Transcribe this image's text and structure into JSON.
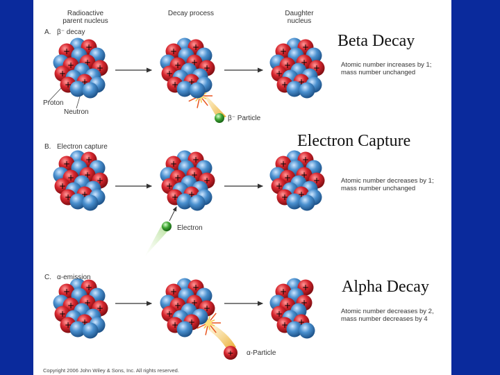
{
  "headers": {
    "parent": [
      "Radioactive",
      "parent nucleus"
    ],
    "process": "Decay process",
    "daughter": [
      "Daughter",
      "nucleus"
    ]
  },
  "sections": [
    {
      "id": "beta",
      "letter": "A.",
      "label": "β⁻ decay",
      "title": "Beta Decay",
      "note": [
        "Atomic number increases by 1;",
        "mass number unchanged"
      ],
      "particle_label": "β⁻ Particle",
      "particle_color": "#3fa534",
      "callouts": [
        "Proton",
        "Neutron"
      ]
    },
    {
      "id": "ec",
      "letter": "B.",
      "label": "Electron capture",
      "title": "Electron Capture",
      "note": [
        "Atomic number decreases by 1;",
        "mass number unchanged"
      ],
      "particle_label": "Electron",
      "particle_color": "#3fa534"
    },
    {
      "id": "alpha",
      "letter": "C.",
      "label": "α-emission",
      "title": "Alpha Decay",
      "note": [
        "Atomic number decreases by 2,",
        "mass number decreases by 4"
      ],
      "particle_label": "α-Particle",
      "particle_color": "#d7262e"
    }
  ],
  "copyright": "Copyright 2006 John Wiley & Sons, Inc. All rights reserved.",
  "colors": {
    "background": "#0a2a9c",
    "proton": "#d7262e",
    "neutron": "#4a90cf",
    "arrow": "#333333"
  },
  "icons": {
    "proton": "plus-sign",
    "neutron": "plain-sphere"
  }
}
